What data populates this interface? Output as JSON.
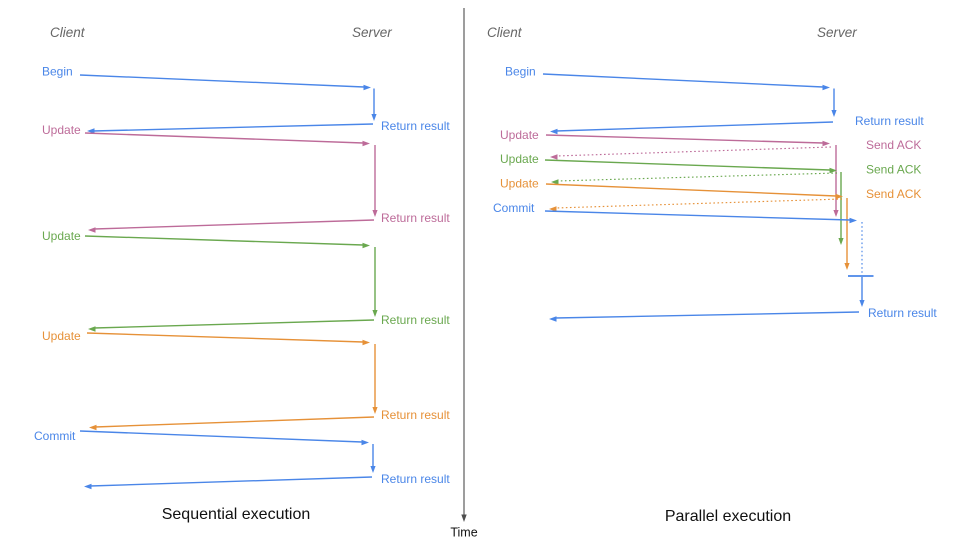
{
  "colors": {
    "blue": "#4a86e8",
    "pink": "#bd6b99",
    "green": "#6aa84f",
    "orange": "#e69138",
    "header": "#666666",
    "caption": "#111111",
    "axis": "#4d4d4d"
  },
  "left": {
    "client_header": "Client",
    "server_header": "Server",
    "caption": "Sequential execution",
    "messages": [
      {
        "label": "Begin",
        "result": "Return result",
        "color": "blue"
      },
      {
        "label": "Update",
        "result": "Return result",
        "color": "pink"
      },
      {
        "label": "Update",
        "result": "Return result",
        "color": "green"
      },
      {
        "label": "Update",
        "result": "Return result",
        "color": "orange"
      },
      {
        "label": "Commit",
        "result": "Return result",
        "color": "blue"
      }
    ]
  },
  "right": {
    "client_header": "Client",
    "server_header": "Server",
    "caption": "Parallel execution",
    "messages": [
      {
        "label": "Begin",
        "result": "Return result",
        "color": "blue"
      },
      {
        "label": "Update",
        "result": "Send ACK",
        "color": "pink"
      },
      {
        "label": "Update",
        "result": "Send ACK",
        "color": "green"
      },
      {
        "label": "Update",
        "result": "Send ACK",
        "color": "orange"
      },
      {
        "label": "Commit",
        "result": "Return result",
        "color": "blue"
      }
    ]
  },
  "time_axis": {
    "label": "Time"
  }
}
